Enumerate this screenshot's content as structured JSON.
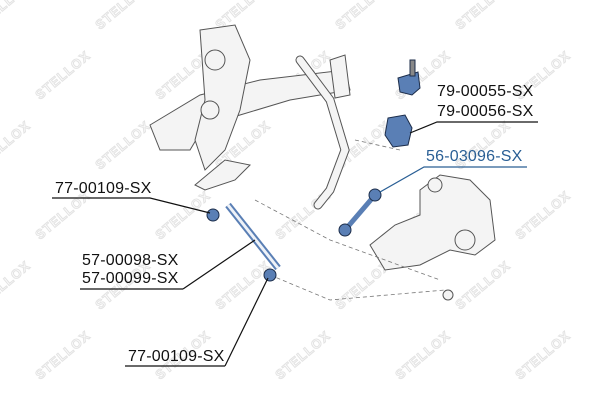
{
  "watermark": "STELLOX",
  "labels": {
    "p1": "79-00055-SX",
    "p2": "79-00056-SX",
    "p3": "56-03096-SX",
    "p4": "77-00109-SX",
    "p5": "57-00098-SX",
    "p6": "57-00099-SX",
    "p7": "77-00109-SX"
  },
  "colors": {
    "highlight": "#2a5f95",
    "part_fill": "#5a7fb5",
    "line": "#111111"
  }
}
